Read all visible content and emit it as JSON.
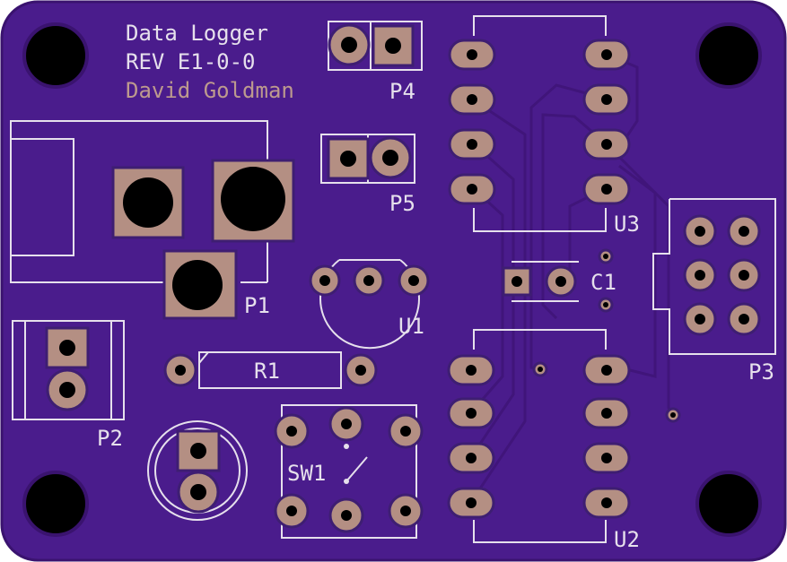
{
  "colors": {
    "board": "#4a1c8c",
    "board_edge": "#3a136f",
    "silkscreen": "#e6e0ec",
    "author_silk": "#bd9a8e",
    "pad": "#b48f83",
    "drill": "#000000"
  },
  "header": {
    "title": "Data Logger",
    "revision": "REV E1-0-0",
    "author": "David Goldman"
  },
  "components": {
    "p1": "P1",
    "p2": "P2",
    "p3": "P3",
    "p4": "P4",
    "p5": "P5",
    "u1": "U1",
    "u2": "U2",
    "u3": "U3",
    "c1": "C1",
    "r1": "R1",
    "sw1": "SW1"
  }
}
